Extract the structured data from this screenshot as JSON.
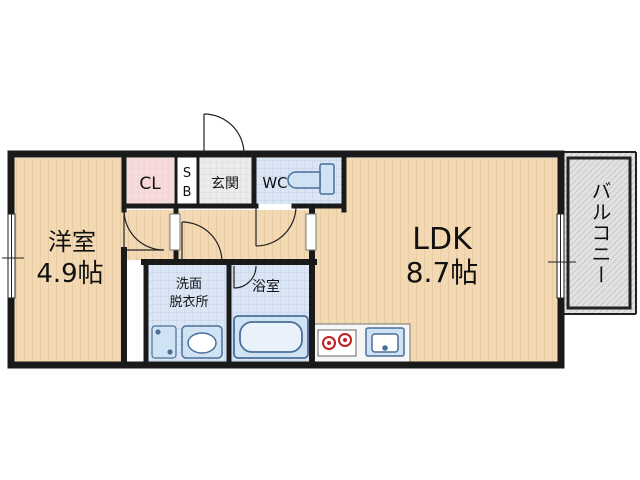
{
  "rooms": {
    "western_room": {
      "name": "洋室",
      "size": "4.9帖"
    },
    "ldk": {
      "name": "LDK",
      "size": "8.7帖"
    },
    "closet": "CL",
    "shoe_box_top": "S",
    "shoe_box_bottom": "B",
    "entrance": "玄関",
    "toilet": "WC",
    "washroom_line1": "洗面",
    "washroom_line2": "脱衣所",
    "bathroom": "浴室",
    "balcony": "バルコニー"
  },
  "colors": {
    "wall": "#1a1a1a",
    "wood_floor": "#f3d9b3",
    "wood_line": "#e2bf92",
    "tile_floor": "#dbe6f5",
    "tile_grid": "#b9c9e4",
    "closet_pink": "#f6dcdc",
    "balcony_gray": "#e2e2e2",
    "fixture_blue": "#cfe3f5",
    "fixture_stroke": "#4a6f98",
    "stove_red": "#c02020"
  },
  "icons": [
    "door-swing-icon",
    "toilet-icon",
    "washbasin-icon",
    "bathtub-icon",
    "stove-icon",
    "kitchen-sink-icon",
    "window-icon"
  ]
}
